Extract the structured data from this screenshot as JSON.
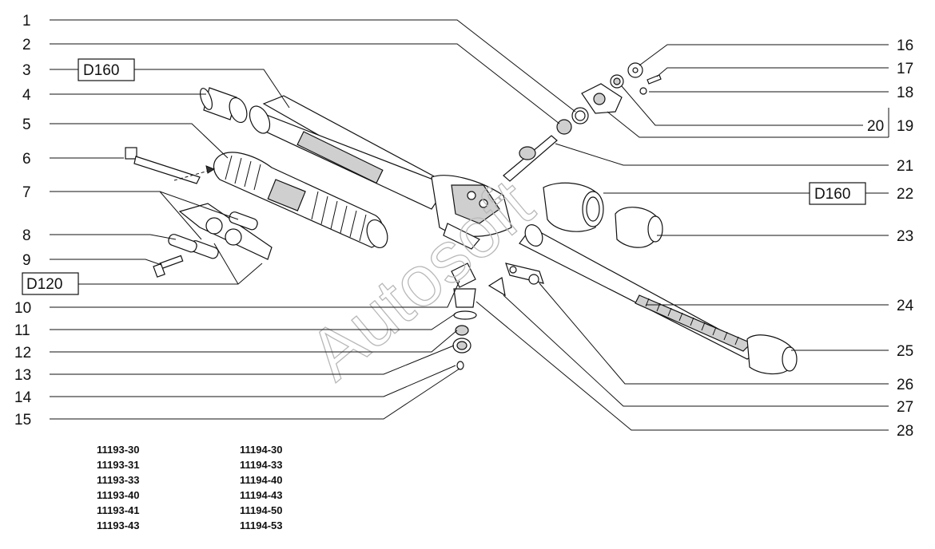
{
  "diagram": {
    "callouts_left": [
      "1",
      "2",
      "3",
      "4",
      "5",
      "6",
      "7",
      "8",
      "9",
      "10",
      "11",
      "12",
      "13",
      "14",
      "15"
    ],
    "callouts_right": [
      "16",
      "17",
      "18",
      "19",
      "20",
      "21",
      "22",
      "23",
      "24",
      "25",
      "26",
      "27",
      "28"
    ],
    "boxed_labels": {
      "d160_left": "D160",
      "d120": "D120",
      "d160_right": "D160"
    },
    "watermark": "Autosoft",
    "models_col1": [
      "11193-30",
      "11193-31",
      "11193-33",
      "11193-40",
      "11193-41",
      "11193-43"
    ],
    "models_col2": [
      "11194-30",
      "11194-33",
      "11194-40",
      "11194-43",
      "11194-50",
      "11194-53"
    ]
  }
}
